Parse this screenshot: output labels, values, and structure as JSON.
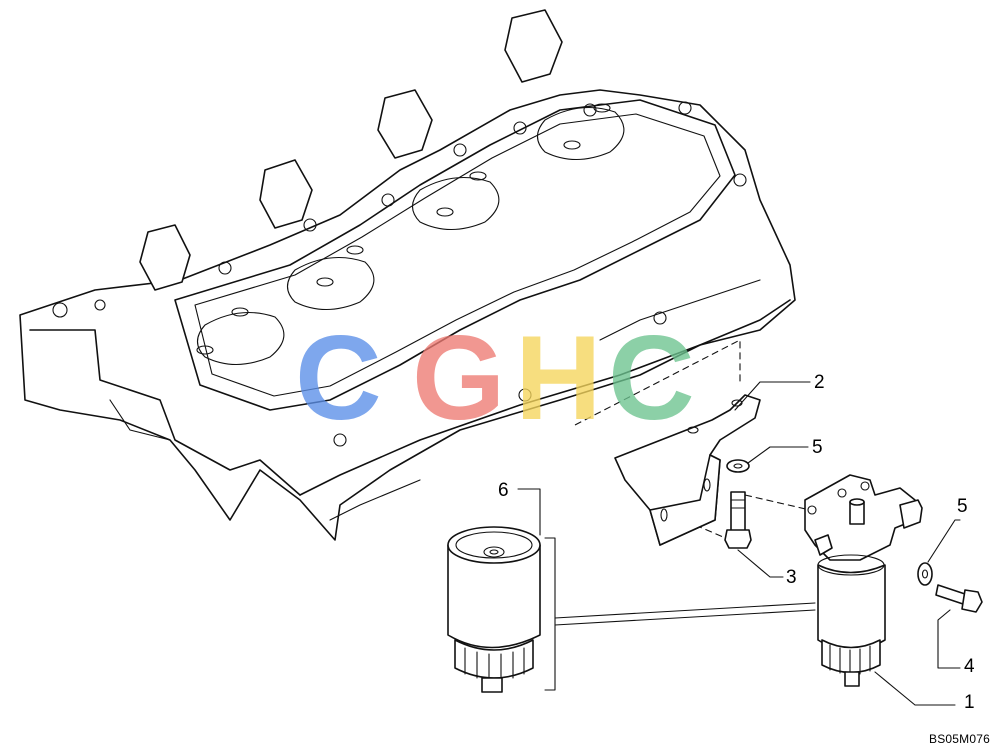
{
  "callouts": [
    {
      "label": "1"
    },
    {
      "label": "2"
    },
    {
      "label": "3"
    },
    {
      "label": "4"
    },
    {
      "label": "5"
    },
    {
      "label": "5"
    },
    {
      "label": "6"
    }
  ],
  "reference_code": "BS05M076",
  "watermark": {
    "letters": [
      "C",
      "G",
      "H",
      "C"
    ],
    "colors": [
      "#5b8fe8",
      "#ee7b73",
      "#f5d55c",
      "#6cc38f"
    ]
  },
  "colors": {
    "line": "#111111",
    "background": "#ffffff"
  }
}
